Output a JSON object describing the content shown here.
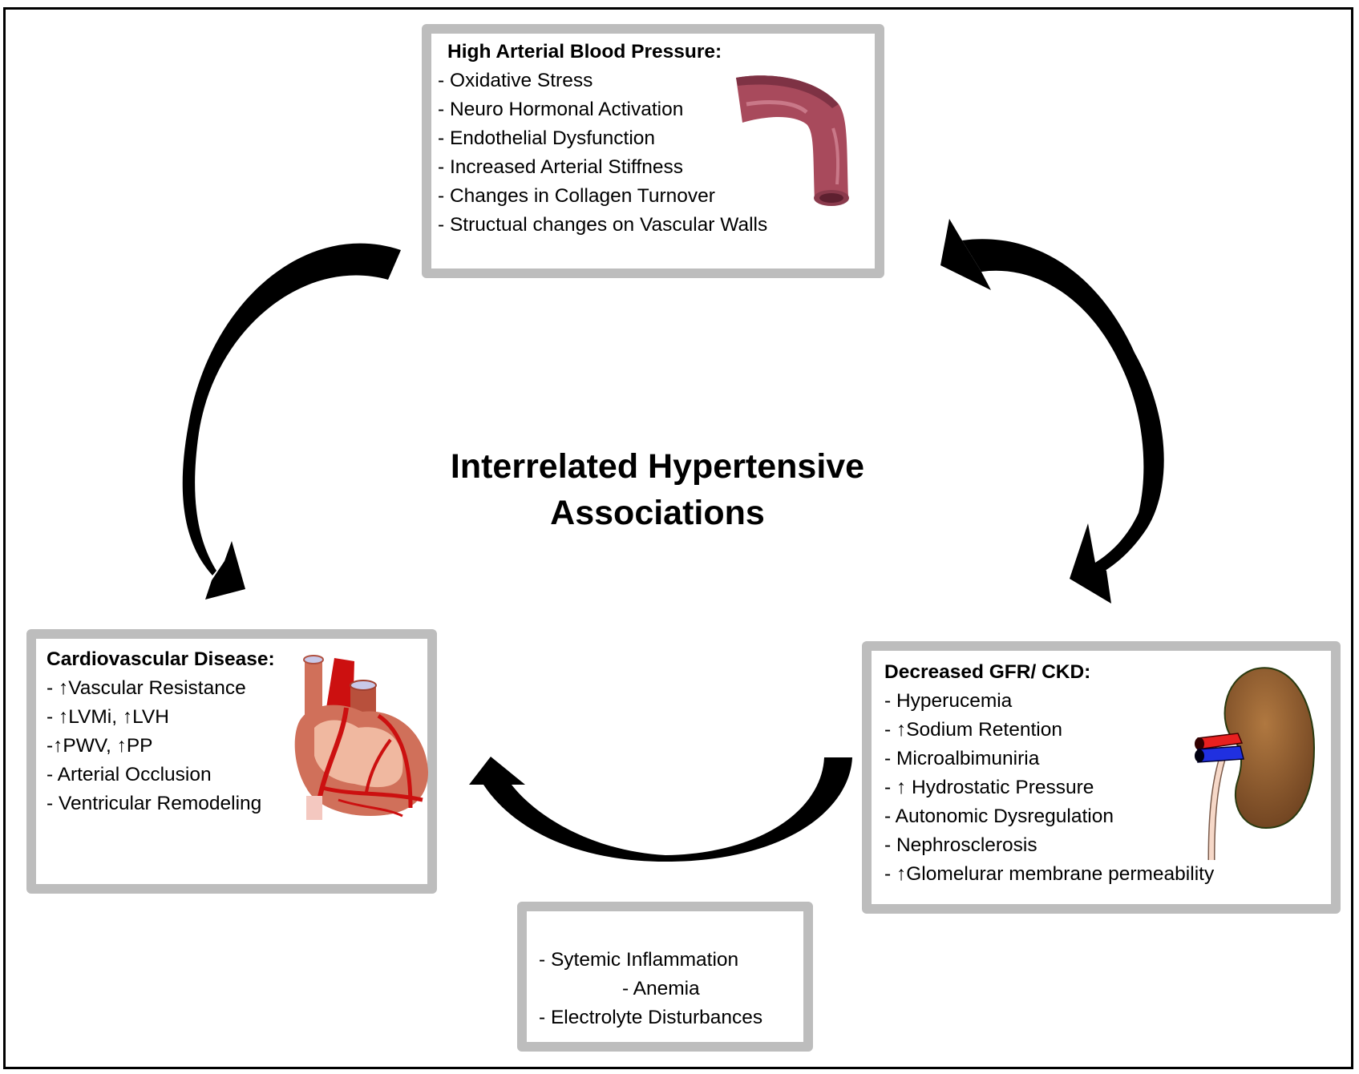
{
  "title": {
    "line1": "Interrelated Hypertensive",
    "line2": "Associations"
  },
  "boxes": {
    "blood_pressure": {
      "heading": "High Arterial Blood Pressure:",
      "items": [
        "- Oxidative Stress",
        "- Neuro Hormonal Activation",
        "- Endothelial Dysfunction",
        "- Increased Arterial Stiffness",
        "- Changes in Collagen Turnover",
        "- Structual changes on Vascular Walls"
      ],
      "icon": "blood-vessel-icon"
    },
    "cardiovascular": {
      "heading": "Cardiovascular Disease:",
      "items": [
        "- ↑Vascular Resistance",
        "- ↑LVMi, ↑LVH",
        "-↑PWV, ↑PP",
        "- Arterial Occlusion",
        "- Ventricular Remodeling"
      ],
      "icon": "heart-icon"
    },
    "ckd": {
      "heading": "Decreased GFR/ CKD:",
      "items": [
        "- Hyperucemia",
        "- ↑Sodium Retention",
        "- Microalbimuniria",
        "- ↑ Hydrostatic Pressure",
        "- Autonomic Dysregulation",
        "- Nephrosclerosis",
        "- ↑Glomelurar membrane permeability"
      ],
      "icon": "kidney-icon"
    },
    "systemic": {
      "items": [
        "- Sytemic Inflammation",
        "- Anemia",
        "- Electrolyte Disturbances"
      ]
    }
  },
  "arrows": [
    {
      "from": "High Arterial Blood Pressure",
      "to": "Cardiovascular Disease",
      "type": "single"
    },
    {
      "from": "High Arterial Blood Pressure",
      "to": "Decreased GFR/ CKD",
      "type": "double"
    },
    {
      "from": "Decreased GFR/ CKD",
      "to": "Cardiovascular Disease",
      "type": "single"
    }
  ],
  "colors": {
    "box_border": "#bdbdbd",
    "arrow": "#000000",
    "vessel": "#a84a5c",
    "heart_body": "#d0705a",
    "heart_artery": "#cc1010",
    "kidney": "#8a5a2c"
  }
}
